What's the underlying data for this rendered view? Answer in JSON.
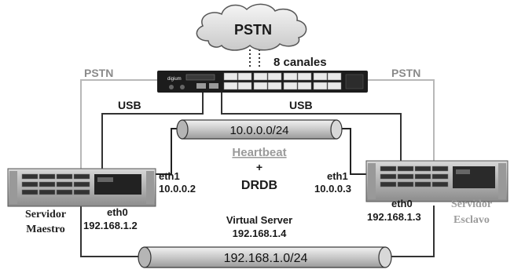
{
  "cloud": {
    "label": "PSTN"
  },
  "device": {
    "brand": "digium",
    "channels_label": "8 canales"
  },
  "links": {
    "pstn_left": "PSTN",
    "pstn_right": "PSTN",
    "usb_left": "USB",
    "usb_right": "USB"
  },
  "heartbeat_net": {
    "subnet": "10.0.0.0/24",
    "title": "Heartbeat",
    "plus": "+",
    "drbd": "DRDB"
  },
  "lan": {
    "subnet": "192.168.1.0/24"
  },
  "virtual_server": {
    "label": "Virtual Server",
    "ip": "192.168.1.4"
  },
  "master": {
    "name_line1": "Servidor",
    "name_line2": "Maestro",
    "eth1_label": "eth1",
    "eth1_ip": "10.0.0.2",
    "eth0_label": "eth0",
    "eth0_ip": "192.168.1.2"
  },
  "slave": {
    "name_line1": "Servidor",
    "name_line2": "Esclavo",
    "eth1_label": "eth1",
    "eth1_ip": "10.0.0.3",
    "eth0_label": "eth0",
    "eth0_ip": "192.168.1.3"
  },
  "colors": {
    "pipe": "#cfcfcf",
    "line_dark": "#333333",
    "line_light": "#b5b5b5",
    "device": "#1c1c1c"
  }
}
